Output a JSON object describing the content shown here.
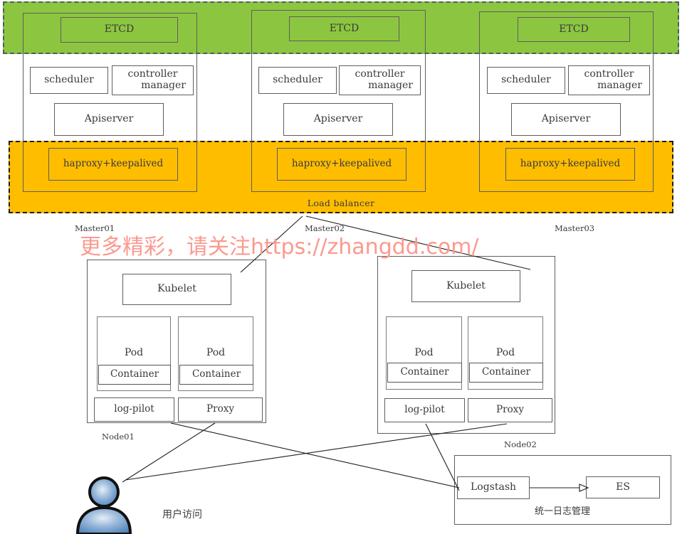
{
  "diagram": {
    "watermark": "更多精彩，请关注https://zhangdd.com/",
    "colors": {
      "etcd_band": "#8cc640",
      "loadbalancer_band": "#ffbd00",
      "watermark": "#fb9a8f",
      "line": "#1f1f1f",
      "box_border": "#5e5e5e",
      "avatar": "#5b8fc4"
    },
    "etcd_band_label": "",
    "loadbalancer_label": "Load balancer",
    "masters": [
      {
        "caption": "Master01",
        "etcd": "ETCD",
        "scheduler": "scheduler",
        "controller_manager_line1": "controller",
        "controller_manager_line2": "manager",
        "apiserver": "Apiserver",
        "haproxy": "haproxy+keepalived"
      },
      {
        "caption": "Master02",
        "etcd": "ETCD",
        "scheduler": "scheduler",
        "controller_manager_line1": "controller",
        "controller_manager_line2": "manager",
        "apiserver": "Apiserver",
        "haproxy": "haproxy+keepalived"
      },
      {
        "caption": "Master03",
        "etcd": "ETCD",
        "scheduler": "scheduler",
        "controller_manager_line1": "controller",
        "controller_manager_line2": "manager",
        "apiserver": "Apiserver",
        "haproxy": "haproxy+keepalived"
      }
    ],
    "nodes": [
      {
        "caption": "Node01",
        "kubelet": "Kubelet",
        "pods": [
          {
            "label": "Pod",
            "container": "Container"
          },
          {
            "label": "Pod",
            "container": "Container"
          }
        ],
        "log_pilot": "log-pilot",
        "proxy": "Proxy"
      },
      {
        "caption": "Node02",
        "kubelet": "Kubelet",
        "pods": [
          {
            "label": "Pod",
            "container": "Container"
          },
          {
            "label": "Pod",
            "container": "Container"
          }
        ],
        "log_pilot": "log-pilot",
        "proxy": "Proxy"
      }
    ],
    "logging": {
      "logstash": "Logstash",
      "es": "ES",
      "caption": "统一日志管理"
    },
    "user": {
      "caption": "用户访问"
    }
  }
}
